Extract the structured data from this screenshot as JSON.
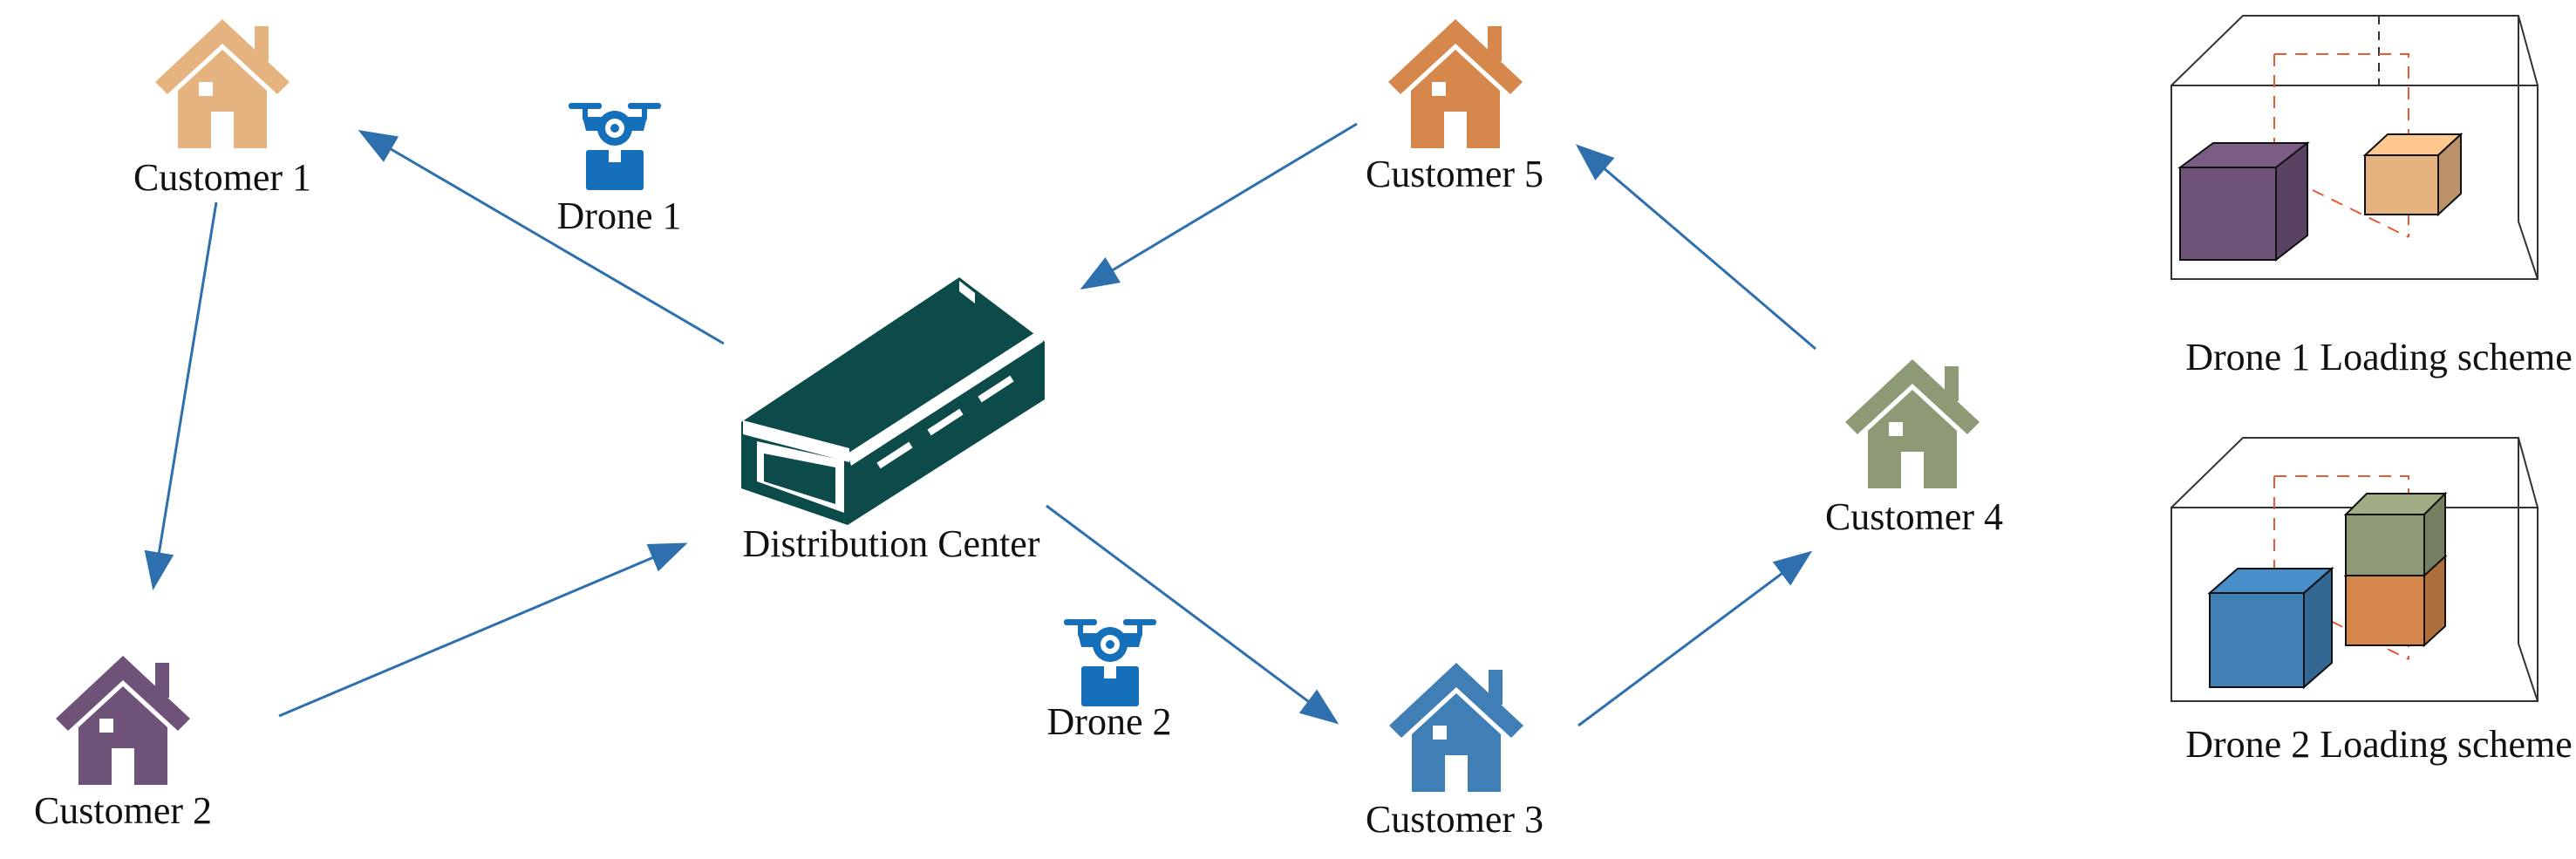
{
  "nodes": {
    "customer1": {
      "label": "Customer 1",
      "color": "#E5B37F"
    },
    "customer2": {
      "label": "Customer 2",
      "color": "#6E5277"
    },
    "customer3": {
      "label": "Customer 3",
      "color": "#3F7FB5"
    },
    "customer4": {
      "label": "Customer 4",
      "color": "#8E9A76"
    },
    "customer5": {
      "label": "Customer 5",
      "color": "#D6874B"
    },
    "center": {
      "label": "Distribution Center",
      "color": "#0D4B4B"
    }
  },
  "drones": {
    "drone1": {
      "label": "Drone 1",
      "color": "#1670B9"
    },
    "drone2": {
      "label": "Drone 2",
      "color": "#1670B9"
    }
  },
  "routes": {
    "drone1": [
      "center",
      "customer1",
      "customer2",
      "center"
    ],
    "drone2": [
      "center",
      "customer3",
      "customer4",
      "customer5",
      "center"
    ],
    "arrow_color": "#2E6FAE"
  },
  "loading_schemes": {
    "drone1": {
      "label": "Drone 1 Loading scheme",
      "boxes": [
        "customer2",
        "customer1"
      ]
    },
    "drone2": {
      "label": "Drone 2 Loading scheme",
      "boxes": [
        "customer3",
        "customer5",
        "customer4"
      ]
    },
    "divider_color": "#E8593A"
  }
}
